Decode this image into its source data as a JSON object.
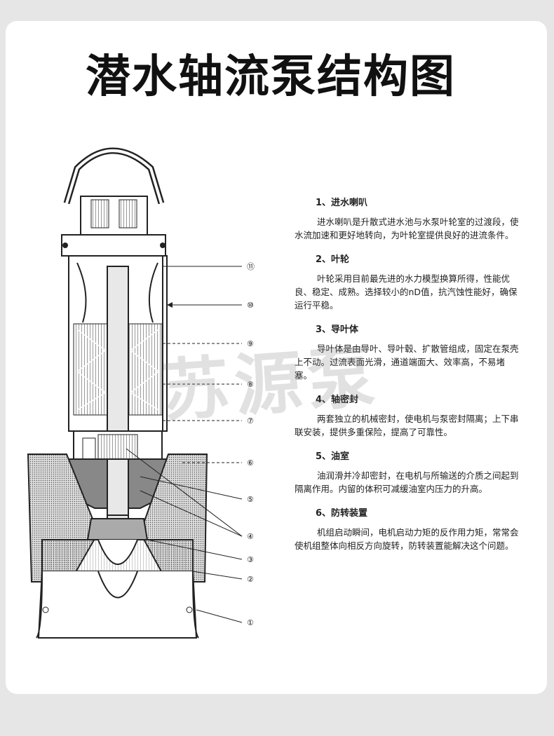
{
  "title": "潜水轴流泵结构图",
  "watermark": "苏源泵",
  "callouts": [
    "⑪",
    "⑩",
    "⑨",
    "⑧",
    "⑦",
    "⑥",
    "⑤",
    "④",
    "③",
    "②",
    "①"
  ],
  "sections": [
    {
      "heading": "1、进水喇叭",
      "body": "进水喇叭是升散式进水池与水泵叶轮室的过渡段，使水流加速和更好地转向，为叶轮室提供良好的进流条件。"
    },
    {
      "heading": "2、叶轮",
      "body": "叶轮采用目前最先进的水力模型换算所得，性能优良、稳定、成熟。选择较小的nD值，抗汽蚀性能好，确保运行平稳。"
    },
    {
      "heading": "3、导叶体",
      "body": "导叶体是由导叶、导叶毂、扩散管组成，固定在泵壳上不动。过流表面光滑，通道端面大、效率高，不易堵塞。"
    },
    {
      "heading": "4、轴密封",
      "body": "两套独立的机械密封，使电机与泵密封隔离；上下串联安装，提供多重保险，提高了可靠性。"
    },
    {
      "heading": "5、油室",
      "body": "油润滑并冷却密封，在电机与所输送的介质之间起到隔离作用。内留的体积可减缓油室内压力的升高。"
    },
    {
      "heading": "6、防转装置",
      "body": "机组启动瞬间，电机启动力矩的反作用力矩，常常会使机组整体向相反方向旋转，防转装置能解决这个问题。"
    }
  ]
}
